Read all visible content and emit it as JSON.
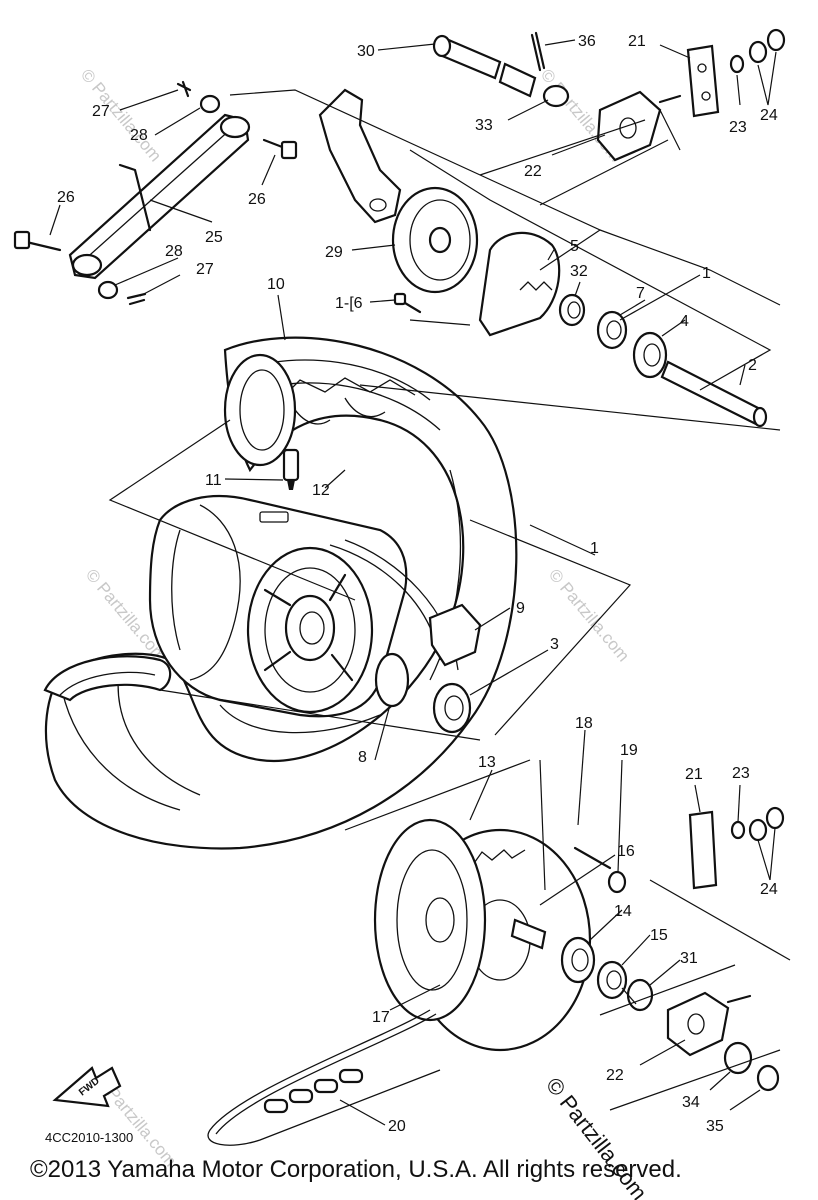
{
  "diagram_code": "4CC2010-1300",
  "direction_label": "FWD",
  "copyright": "©2013 Yamaha Motor Corporation, U.S.A. All rights reserved.",
  "watermark": "© Partzilla.com",
  "callouts": {
    "c30": "30",
    "c36": "36",
    "c21a": "21",
    "c27a": "27",
    "c28a": "28",
    "c33": "33",
    "c23a": "23",
    "c24a": "24",
    "c22a": "22",
    "c26a": "26",
    "c26b": "26",
    "c25": "25",
    "c29": "29",
    "c5": "5",
    "c1a": "1",
    "c28b": "28",
    "c27b": "27",
    "c10": "10",
    "c32": "32",
    "c7": "7",
    "c6": "1-[6",
    "c4": "4",
    "c2": "2",
    "c11": "11",
    "c12": "12",
    "c1b": "1",
    "c9": "9",
    "c3": "3",
    "c8": "8",
    "c18": "18",
    "c19": "19",
    "c13": "13",
    "c21b": "21",
    "c23b": "23",
    "c16": "16",
    "c14": "14",
    "c15": "15",
    "c24b": "24",
    "c31": "31",
    "c17": "17",
    "c22b": "22",
    "c34": "34",
    "c35": "35",
    "c20": "20"
  }
}
